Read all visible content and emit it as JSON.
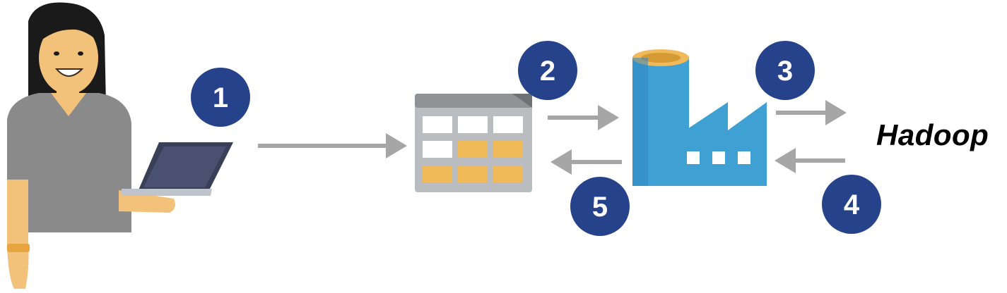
{
  "colors": {
    "step_badge": "#26428B",
    "arrow": "#A6A6A6",
    "factory": "#3FA0D4",
    "factory_shade": "#2F86BD",
    "tank_top": "#F0B95A",
    "cell_yellow": "#F0B95A",
    "window_gray": "#A8ABAE",
    "skin": "#F2C17A",
    "hair": "#1A1A1A",
    "shirt": "#8A8A8A",
    "laptop": "#3A3F58"
  },
  "diagram": {
    "steps": [
      {
        "id": "1",
        "label": "1"
      },
      {
        "id": "2",
        "label": "2"
      },
      {
        "id": "3",
        "label": "3"
      },
      {
        "id": "4",
        "label": "4"
      },
      {
        "id": "5",
        "label": "5"
      }
    ],
    "nodes": {
      "user": {
        "icon": "person-with-laptop-icon"
      },
      "table": {
        "icon": "data-table-icon"
      },
      "factory": {
        "icon": "data-factory-icon"
      },
      "hadoop": {
        "label": "Hadoop"
      }
    }
  }
}
